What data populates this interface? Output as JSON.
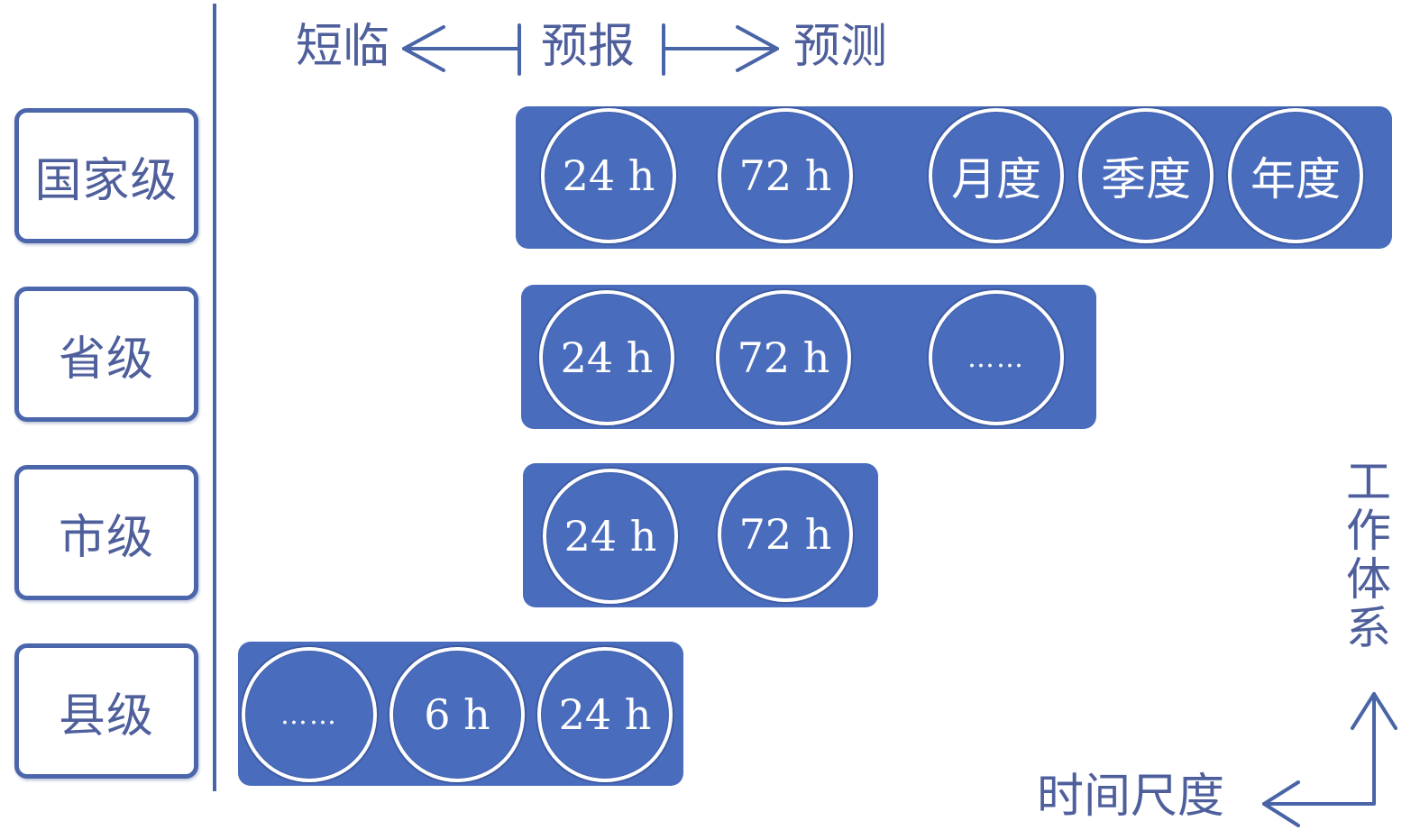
{
  "header": {
    "left_label": "短临",
    "center_label": "预报",
    "right_label": "预测"
  },
  "levels": [
    {
      "label": "国家级",
      "circles": [
        "24 h",
        "72 h",
        "月度",
        "季度",
        "年度"
      ]
    },
    {
      "label": "省级",
      "circles": [
        "24 h",
        "72 h",
        "……"
      ]
    },
    {
      "label": "市级",
      "circles": [
        "24 h",
        "72 h"
      ]
    },
    {
      "label": "县级",
      "circles": [
        "……",
        "6 h",
        "24 h"
      ]
    }
  ],
  "axes": {
    "vertical_label": "工作体系",
    "horizontal_label": "时间尺度"
  },
  "colors": {
    "band": "#4a6cbc",
    "box_border": "#4c66ab",
    "text": "#4e5f9c"
  }
}
